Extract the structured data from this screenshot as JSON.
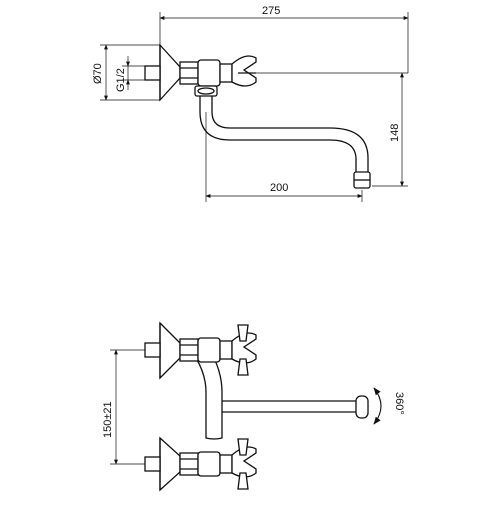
{
  "dimensions": {
    "total_length": "275",
    "spout_reach": "200",
    "height": "148",
    "flange_diameter": "Ø70",
    "thread": "G1/2",
    "center_distance": "150±21",
    "rotation": "360°"
  },
  "colors": {
    "line": "#111111",
    "background": "#ffffff"
  }
}
